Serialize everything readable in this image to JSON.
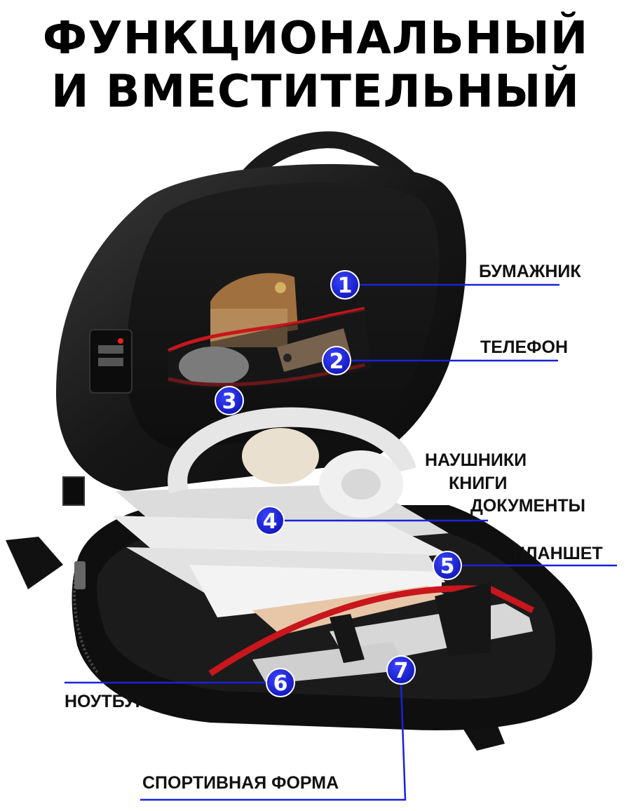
{
  "headline": {
    "line1": "ФУНКЦИОНАЛЬНЫЙ",
    "line2": "И ВМЕСТИТЕЛЬНЫЙ"
  },
  "callouts": [
    {
      "number": "1",
      "label": "БУМАЖНИК"
    },
    {
      "number": "2",
      "label": "ТЕЛЕФОН"
    },
    {
      "number": "3",
      "label": ""
    },
    {
      "number": "4",
      "labels": [
        "НАУШНИКИ",
        "КНИГИ",
        "ДОКУМЕНТЫ"
      ]
    },
    {
      "number": "5",
      "label": "ПЛАНШЕТ"
    },
    {
      "number": "6",
      "label": "НОУТБУК"
    },
    {
      "number": "7",
      "label": "СПОРТИВНАЯ ФОРМА"
    }
  ],
  "colors": {
    "badge": "#1a22d8",
    "leader": "#1a22d8",
    "bag": "#141414",
    "accent_red": "#c8161c"
  }
}
